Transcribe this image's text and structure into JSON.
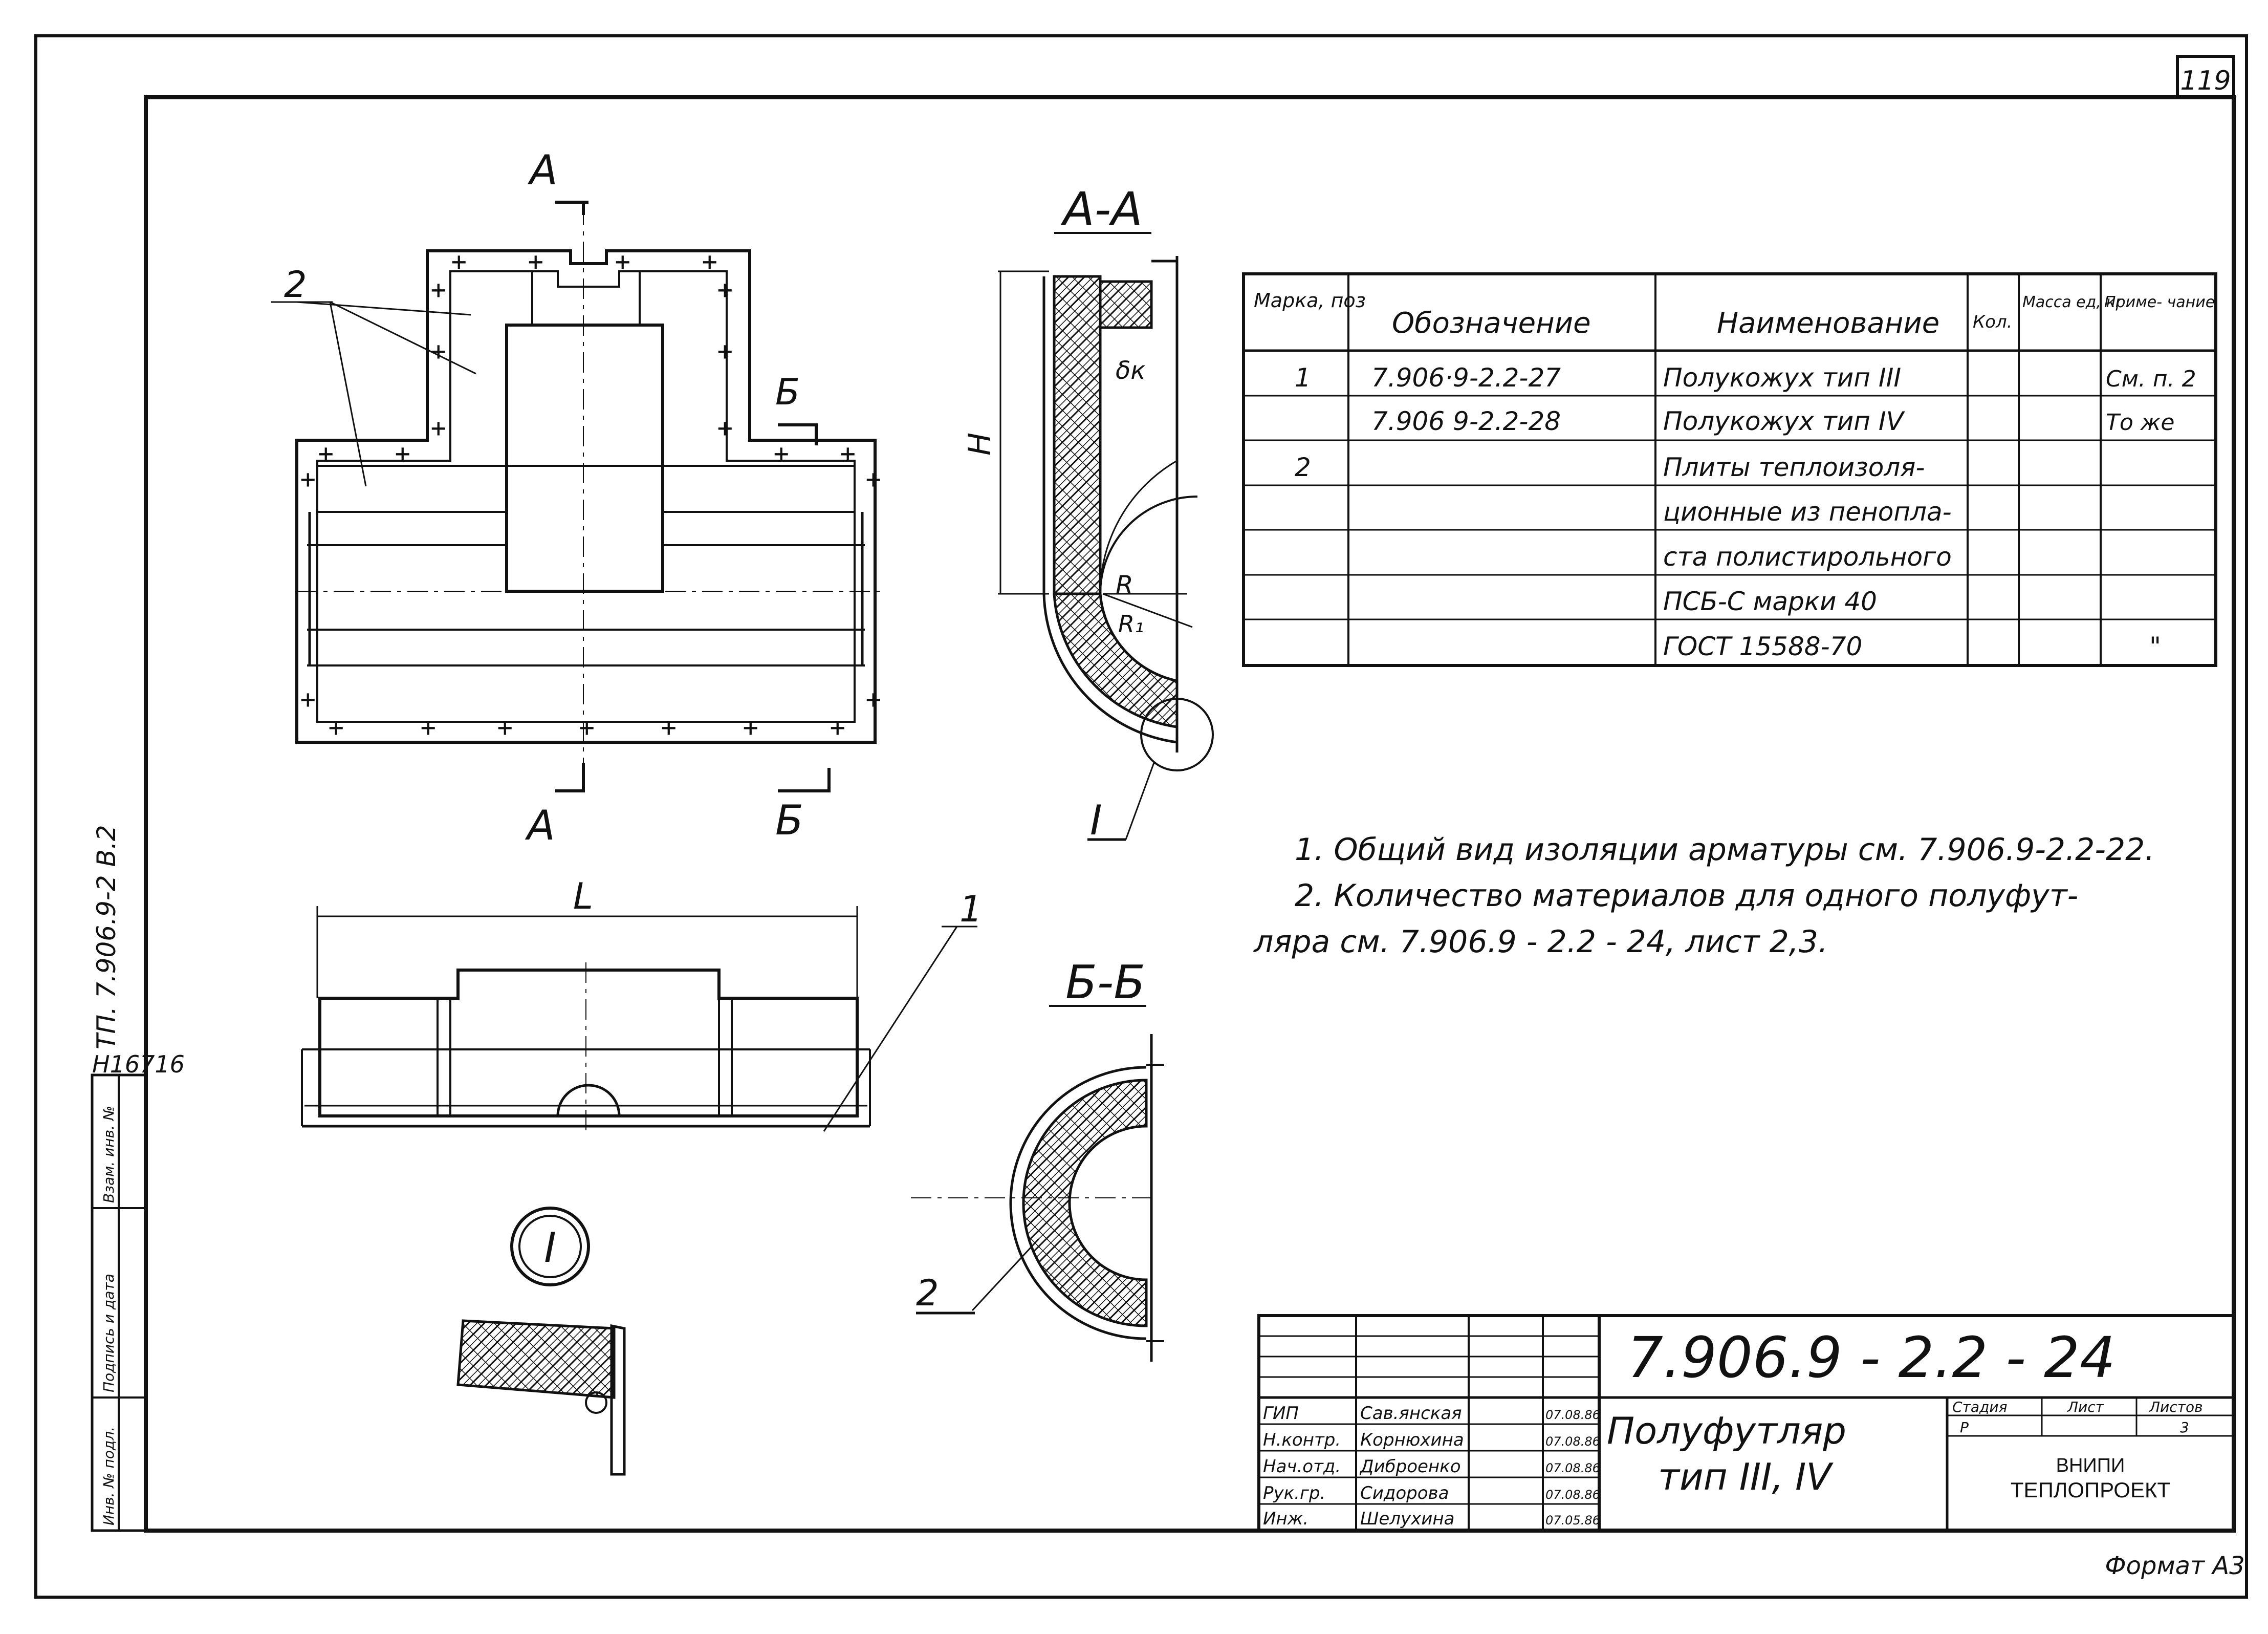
{
  "sheet": {
    "number": "119",
    "format": "Формат А3"
  },
  "side_stamp": {
    "inv": "Н16716",
    "code": "ТП. 7.906.9-2 В.2",
    "fields": [
      "Инв. № подл.",
      "Подпись и дата",
      "Взам. инв. №"
    ]
  },
  "views": {
    "section_a_label": "А-А",
    "section_b_label": "Б-Б",
    "detail_label": "I",
    "cut_a": "А",
    "cut_b": "Б",
    "dim_h": "Н",
    "dim_l": "L",
    "dim_r": "R",
    "dim_r1": "R₁",
    "dim_delta": "δк",
    "callout_1": "1",
    "callout_2": "2"
  },
  "spec_table": {
    "headers": [
      "Марка, поз",
      "Обозначение",
      "Наименование",
      "Кол.",
      "Масса ед, кг",
      "Приме- чание"
    ],
    "rows": [
      [
        "1",
        "7.906·9-2.2-27",
        "Полукожух тип III",
        "",
        "",
        "См. п. 2"
      ],
      [
        "",
        "7.906 9-2.2-28",
        "Полукожух тип IV",
        "",
        "",
        "То же"
      ],
      [
        "2",
        "",
        "Плиты теплоизоля-",
        "",
        "",
        ""
      ],
      [
        "",
        "",
        "ционные из пенопла-",
        "",
        "",
        ""
      ],
      [
        "",
        "",
        "ста полистирольного",
        "",
        "",
        ""
      ],
      [
        "",
        "",
        "ПСБ-С марки 40",
        "",
        "",
        ""
      ],
      [
        "",
        "",
        "ГОСТ 15588-70",
        "",
        "",
        "\""
      ]
    ]
  },
  "notes": [
    "1. Общий вид изоляции арматуры см. 7.906.9-2.2-22.",
    "2. Количество материалов для одного полуфут-",
    "ляра см. 7.906.9 - 2.2 - 24, лист 2,3."
  ],
  "title_block": {
    "doc_code": "7.906.9 - 2.2 - 24",
    "title_line1": "Полуфутляр",
    "title_line2": "тип III, IV",
    "stage_headers": [
      "Стадия",
      "Лист",
      "Листов"
    ],
    "stage_values": [
      "Р",
      "",
      "3"
    ],
    "org_line1": "ВНИПИ",
    "org_line2": "ТЕПЛОПРОЕКТ",
    "roles": [
      {
        "role": "ГИП",
        "name": "Сав.янская",
        "date": "07.08.86"
      },
      {
        "role": "Н.контр.",
        "name": "Корнюхина",
        "date": "07.08.86"
      },
      {
        "role": "Нач.отд.",
        "name": "Диброенко",
        "date": "07.08.86"
      },
      {
        "role": "Рук.гр.",
        "name": "Сидорова",
        "date": "07.08.86"
      },
      {
        "role": "Инж.",
        "name": "Шелухина",
        "date": "07.05.86"
      }
    ]
  }
}
